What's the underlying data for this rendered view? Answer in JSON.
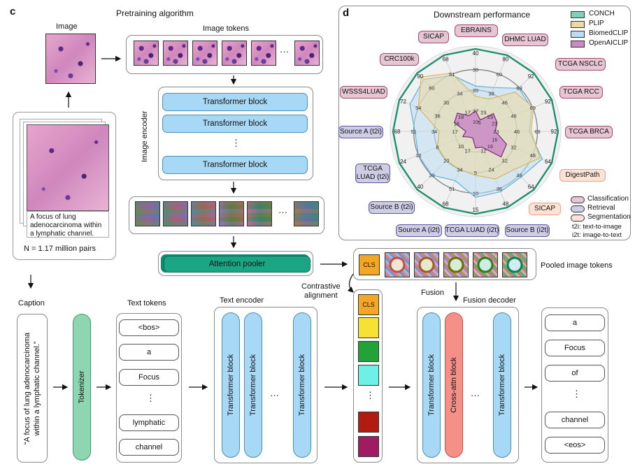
{
  "panel_c": {
    "letter": "c",
    "pretraining_title": "Pretraining algorithm",
    "image_label": "Image",
    "image_tokens_label": "Image tokens",
    "image_encoder_label": "Image encoder",
    "transformer_block": "Transformer block",
    "vdots": "⋮",
    "hdots": "···",
    "attention_pooler": "Attention pooler",
    "pooled_image_tokens": "Pooled image tokens",
    "cls": "CLS",
    "contrastive_alignment": "Contrastive\nalignment",
    "fusion": "Fusion",
    "fusion_decoder": "Fusion decoder",
    "caption_label": "Caption",
    "caption_text": "“A focus of lung adenocarcinoma within a lymphatic channel.”",
    "caption_line1": "“A focus of lung adenocarcinoma",
    "caption_line2": "within a lymphatic channel.”",
    "tokenizer": "Tokenizer",
    "text_tokens_label": "Text tokens",
    "text_tokens": [
      "<bos>",
      "a",
      "Focus",
      "⋮",
      "lymphatic",
      "channel"
    ],
    "text_encoder_label": "Text encoder",
    "cross_attn_block": "Cross-attn block",
    "output_tokens": [
      "a",
      "Focus",
      "of",
      "⋮",
      "channel",
      "<eos>"
    ],
    "stack_caption": "A focus of lung adenocarcinoma within a lymphatic channel.",
    "pairs_count": "N = 1.17 million pairs",
    "text_token_colors": [
      "#f5a623",
      "#f7e135",
      "#22a33a",
      "#6ff0e6",
      "#b01b12",
      "#a01c62"
    ]
  },
  "panel_d": {
    "letter": "d",
    "title": "Downstream performance",
    "legend": [
      {
        "name": "CONCH",
        "color": "#7fd1bd"
      },
      {
        "name": "PLIP",
        "color": "#eed9a4"
      },
      {
        "name": "BiomedCLIP",
        "color": "#b9ddf3"
      },
      {
        "name": "OpenAICLIP",
        "color": "#c98ac6"
      }
    ],
    "task_legend": [
      {
        "name": "Classification",
        "color": "#e6c6d3"
      },
      {
        "name": "Retrieval",
        "color": "#cfcde6"
      },
      {
        "name": "Segmentation",
        "color": "#fde3d6"
      }
    ],
    "abbrev_1": "t2i: text-to-image",
    "abbrev_2": "i2t: image-to-text",
    "axis_tags": [
      {
        "name": "EBRAINS",
        "type": "cls"
      },
      {
        "name": "DHMC LUAD",
        "type": "cls"
      },
      {
        "name": "TCGA NSCLC",
        "type": "cls"
      },
      {
        "name": "TCGA RCC",
        "type": "cls"
      },
      {
        "name": "TCGA BRCA",
        "type": "cls"
      },
      {
        "name": "DigestPath",
        "type": "seg"
      },
      {
        "name": "SICAP",
        "type": "seg"
      },
      {
        "name": "Source B (i2t)",
        "type": "ret"
      },
      {
        "name": "TCGA LUAD (i2t)",
        "type": "ret"
      },
      {
        "name": "Source A (i2t)",
        "type": "ret"
      },
      {
        "name": "Source B (t2i)",
        "type": "ret"
      },
      {
        "name": "TCGA\nLUAD (t2i)",
        "type": "ret"
      },
      {
        "name": "Source A (t2i)",
        "type": "ret"
      },
      {
        "name": "WSSS4LUAD",
        "type": "cls"
      },
      {
        "name": "CRC100k",
        "type": "cls"
      },
      {
        "name": "SICAP",
        "type": "cls"
      }
    ]
  },
  "chart_data": {
    "type": "radar",
    "title": "Downstream performance",
    "axes": [
      "EBRAINS",
      "DHMC LUAD",
      "TCGA NSCLC",
      "TCGA RCC",
      "TCGA BRCA",
      "DigestPath",
      "SICAP (seg)",
      "Source B (i2t)",
      "TCGA LUAD (i2t)",
      "Source A (i2t)",
      "Source B (t2i)",
      "TCGA LUAD (t2i)",
      "Source A (t2i)",
      "WSSS4LUAD",
      "CRC100k",
      "SICAP"
    ],
    "axis_max_labels": [
      "40",
      "80",
      "92",
      "92",
      "92",
      "64",
      "64",
      "48",
      "15",
      "68",
      "40",
      "24",
      "68",
      "72",
      "90",
      "68"
    ],
    "ring_labels": [
      [
        "30",
        "20",
        "17",
        "10"
      ],
      [
        "60",
        "38",
        "23",
        "5"
      ],
      [
        "69",
        "46",
        "23"
      ],
      [
        "69",
        "46",
        "23"
      ],
      [
        "69",
        "46",
        "23"
      ],
      [
        "48",
        "32",
        "16"
      ],
      [
        "48",
        "32",
        "16"
      ],
      [
        "36",
        "24",
        "12"
      ],
      [
        "10",
        "5"
      ],
      [
        "51",
        "34",
        "17"
      ],
      [
        "30",
        "20",
        "10"
      ],
      [
        "16",
        "8"
      ],
      [
        "51",
        "34",
        "17"
      ],
      [
        "54",
        "36",
        "18"
      ],
      [
        "60",
        "30",
        "18"
      ],
      [
        "51",
        "34",
        "17"
      ]
    ],
    "axis_max": [
      40,
      80,
      92,
      92,
      92,
      64,
      64,
      48,
      15,
      68,
      40,
      24,
      68,
      72,
      90,
      68
    ],
    "series": [
      {
        "name": "CONCH",
        "values": [
          40,
          80,
          92,
          92,
          92,
          64,
          64,
          48,
          15,
          68,
          40,
          24,
          68,
          72,
          90,
          68
        ]
      },
      {
        "name": "BiomedCLIP",
        "values": [
          22,
          46,
          68,
          68,
          60,
          56,
          50,
          38,
          12,
          44,
          30,
          18,
          50,
          62,
          80,
          50
        ]
      },
      {
        "name": "PLIP",
        "values": [
          17,
          34,
          62,
          70,
          62,
          54,
          42,
          30,
          8,
          34,
          20,
          12,
          30,
          54,
          84,
          52
        ]
      },
      {
        "name": "OpenAICLIP",
        "values": [
          10,
          12,
          28,
          26,
          22,
          26,
          28,
          10,
          3,
          6,
          4,
          4,
          8,
          20,
          28,
          14
        ]
      }
    ]
  }
}
